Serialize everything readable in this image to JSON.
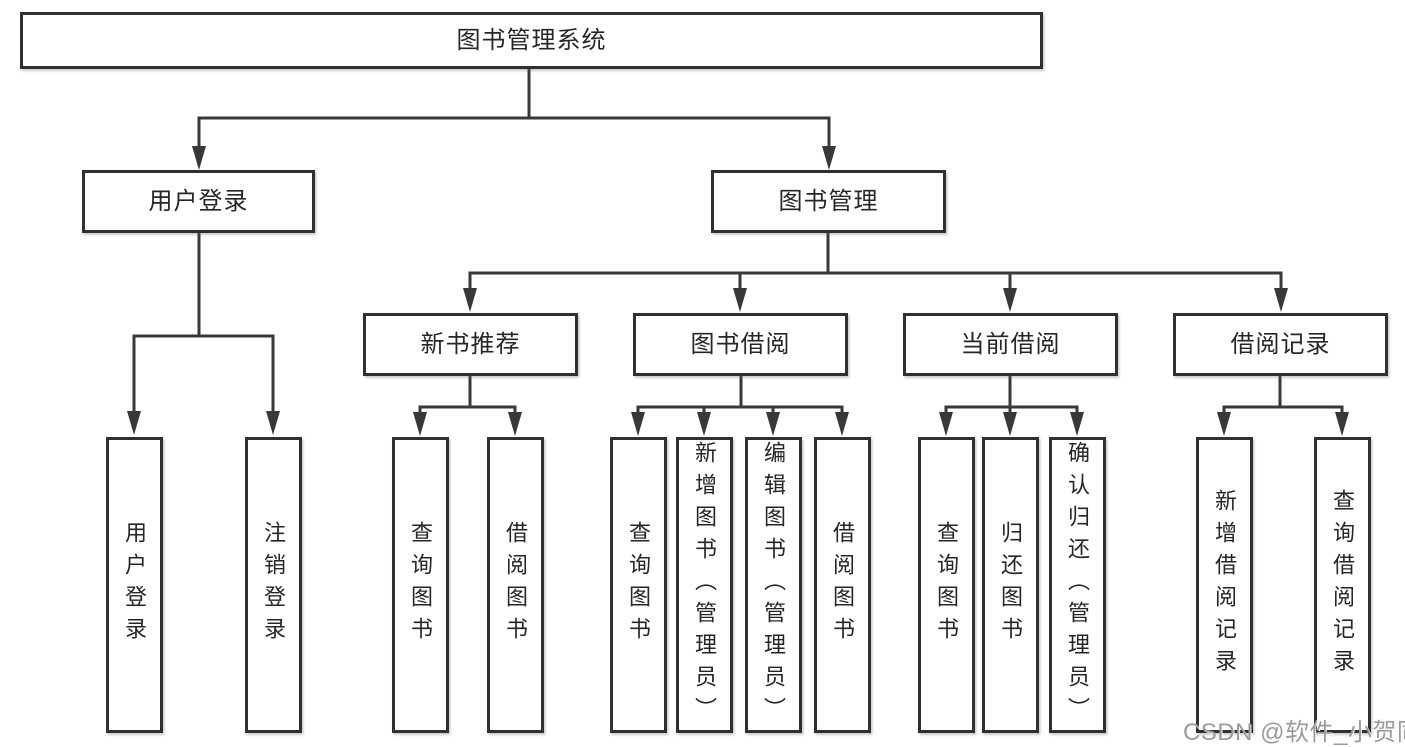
{
  "colors": {
    "line": "#383838",
    "border": "#303030",
    "text": "#262626",
    "watermark": "#9b9b9b",
    "background": "#ffffff"
  },
  "watermark": {
    "text": "CSDN @软件_小贺同学"
  },
  "tree": {
    "root": {
      "label": "图书管理系统"
    },
    "branches": [
      {
        "label": "用户登录",
        "children": [
          {
            "label": "用户登录"
          },
          {
            "label": "注销登录"
          }
        ]
      },
      {
        "label": "图书管理",
        "sections": [
          {
            "label": "新书推荐",
            "children": [
              {
                "label": "查询图书"
              },
              {
                "label": "借阅图书"
              }
            ]
          },
          {
            "label": "图书借阅",
            "children": [
              {
                "label": "查询图书"
              },
              {
                "label": "新增图书（管理员）"
              },
              {
                "label": "编辑图书（管理员）"
              },
              {
                "label": "借阅图书"
              }
            ]
          },
          {
            "label": "当前借阅",
            "children": [
              {
                "label": "查询图书"
              },
              {
                "label": "归还图书"
              },
              {
                "label": "确认归还（管理员）"
              }
            ]
          },
          {
            "label": "借阅记录",
            "children": [
              {
                "label": "新增借阅记录"
              },
              {
                "label": "查询借阅记录"
              }
            ]
          }
        ]
      }
    ]
  }
}
